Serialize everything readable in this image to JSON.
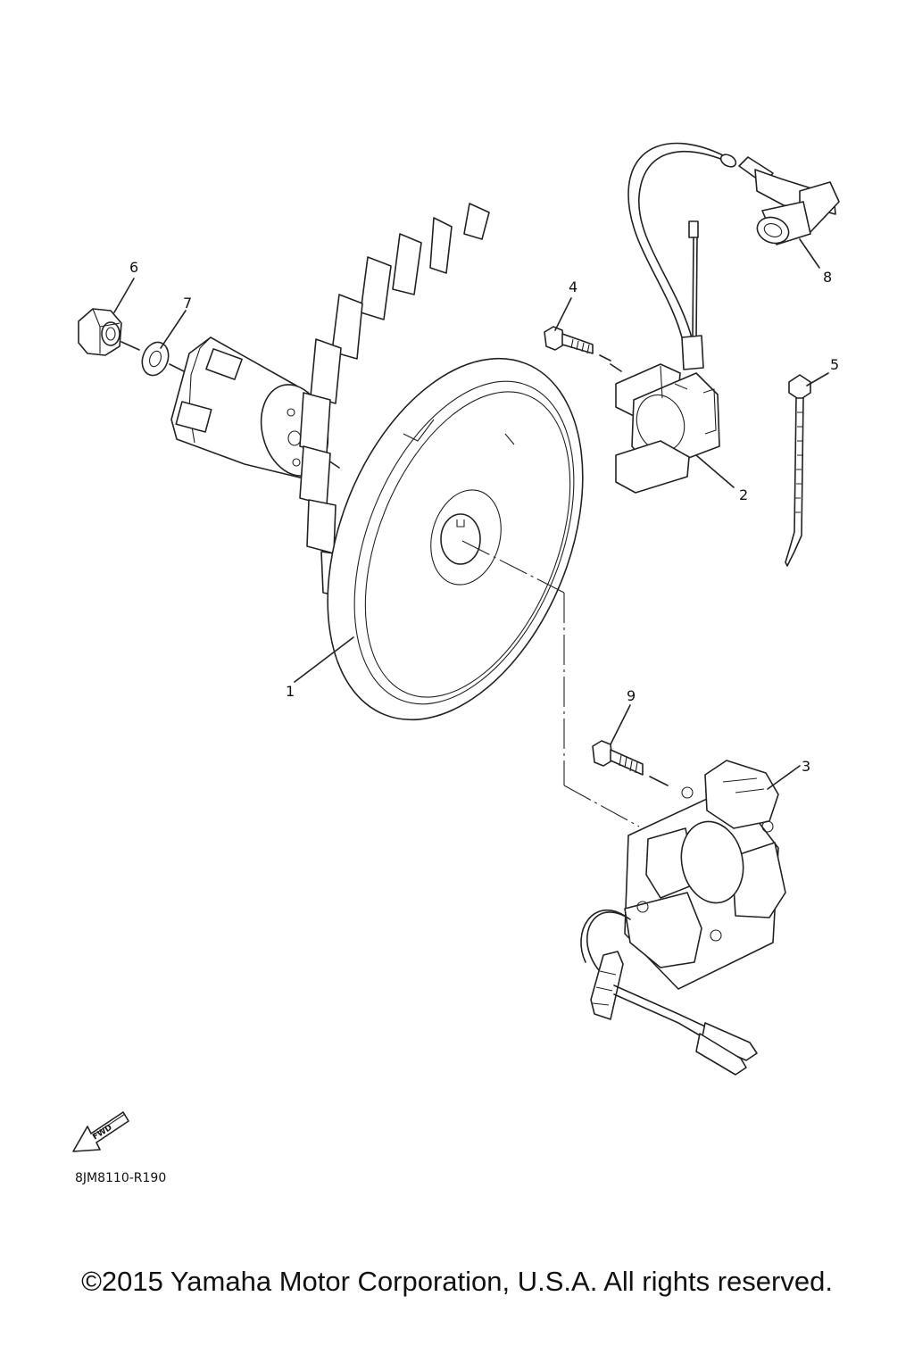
{
  "diagram": {
    "callouts": [
      "1",
      "2",
      "3",
      "4",
      "5",
      "6",
      "7",
      "8",
      "9"
    ],
    "fwd_badge": "FWD",
    "diagram_code": "8JM8110-R190"
  },
  "footer": {
    "copyright": "©2015 Yamaha Motor Corporation, U.S.A. All rights reserved."
  }
}
